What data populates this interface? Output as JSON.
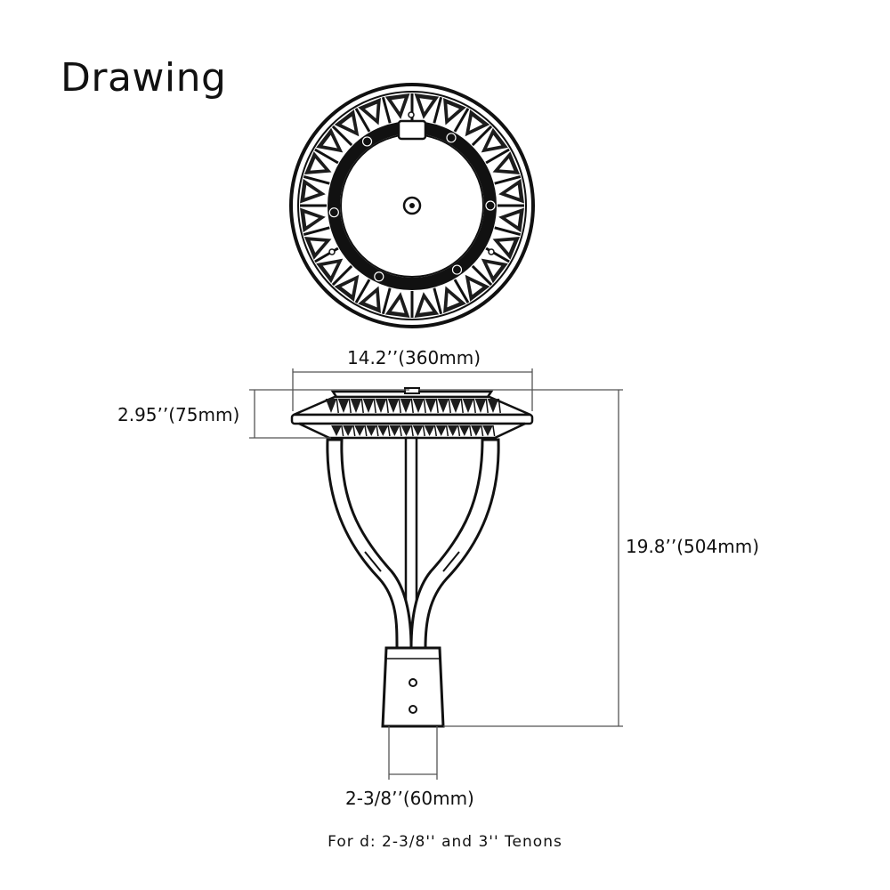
{
  "title": "Drawing",
  "dimensions": {
    "width": "14.2’’(360mm)",
    "head_height": "2.95’’(75mm)",
    "total_height": "19.8’’(504mm)",
    "tenon": "2-3/8’’(60mm)"
  },
  "footnote": "For d: 2-3/8'' and 3'' Tenons",
  "colors": {
    "line": "#1a1a1a",
    "fill": "#1c1c1c",
    "dim_line": "#555555"
  }
}
